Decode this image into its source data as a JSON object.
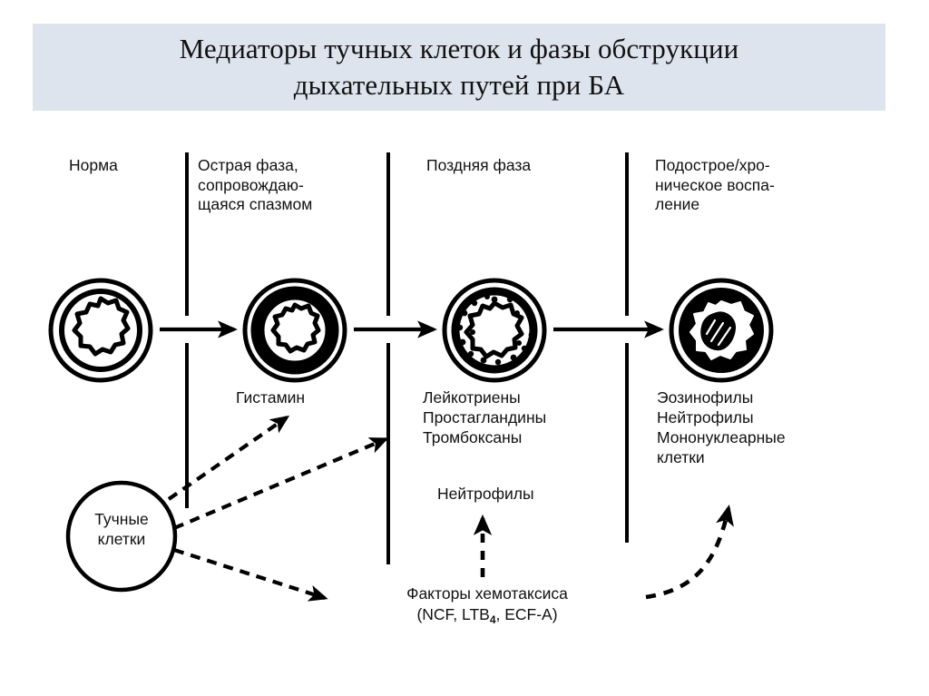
{
  "title": {
    "line1": "Медиаторы тучных клеток и фазы обструкции",
    "line2": "дыхательных путей при БА",
    "full": "Медиаторы тучных клеток и фазы обструкции дыхательных путей при БА",
    "banner_color": "#dde4ee"
  },
  "columns": [
    {
      "id": "norma",
      "header": "Норма",
      "airway_state": "normal-open-lumen",
      "mediators": ""
    },
    {
      "id": "acute",
      "header": "Острая фаза,\nсопровождаю-\nщаяся спазмом",
      "airway_state": "constricted-thick-wall",
      "mediators": "Гистамин"
    },
    {
      "id": "late",
      "header": "Поздняя фаза",
      "airway_state": "inflamed-cell-infiltrate",
      "mediators": "Лейкотриены\nПростагландины\nТромбоксаны",
      "mediators_secondary": "Нейтрофилы"
    },
    {
      "id": "chronic",
      "header": "Подострое/хро-\nническое воспа-\nление",
      "airway_state": "occluded-mucus-plug",
      "mediators": "Эозинофилы\nНейтрофилы\nМононуклеарные\nклетки"
    }
  ],
  "mast_cell": {
    "label": "Тучные\nклетки",
    "shape": "circle"
  },
  "chemotaxis": {
    "line1": "Факторы хемотаксиса",
    "formula_prefix": "(NCF, LTB",
    "formula_sub": "4",
    "formula_suffix": ", ECF-A)"
  },
  "arrows": {
    "progression_label": "solid-right-arrow",
    "mediator_label": "dashed-arrow",
    "count_solid": 3,
    "count_dashed": 5
  },
  "colors": {
    "ink": "#000000",
    "page_background": "#ffffff",
    "banner": "#dde4ee"
  }
}
